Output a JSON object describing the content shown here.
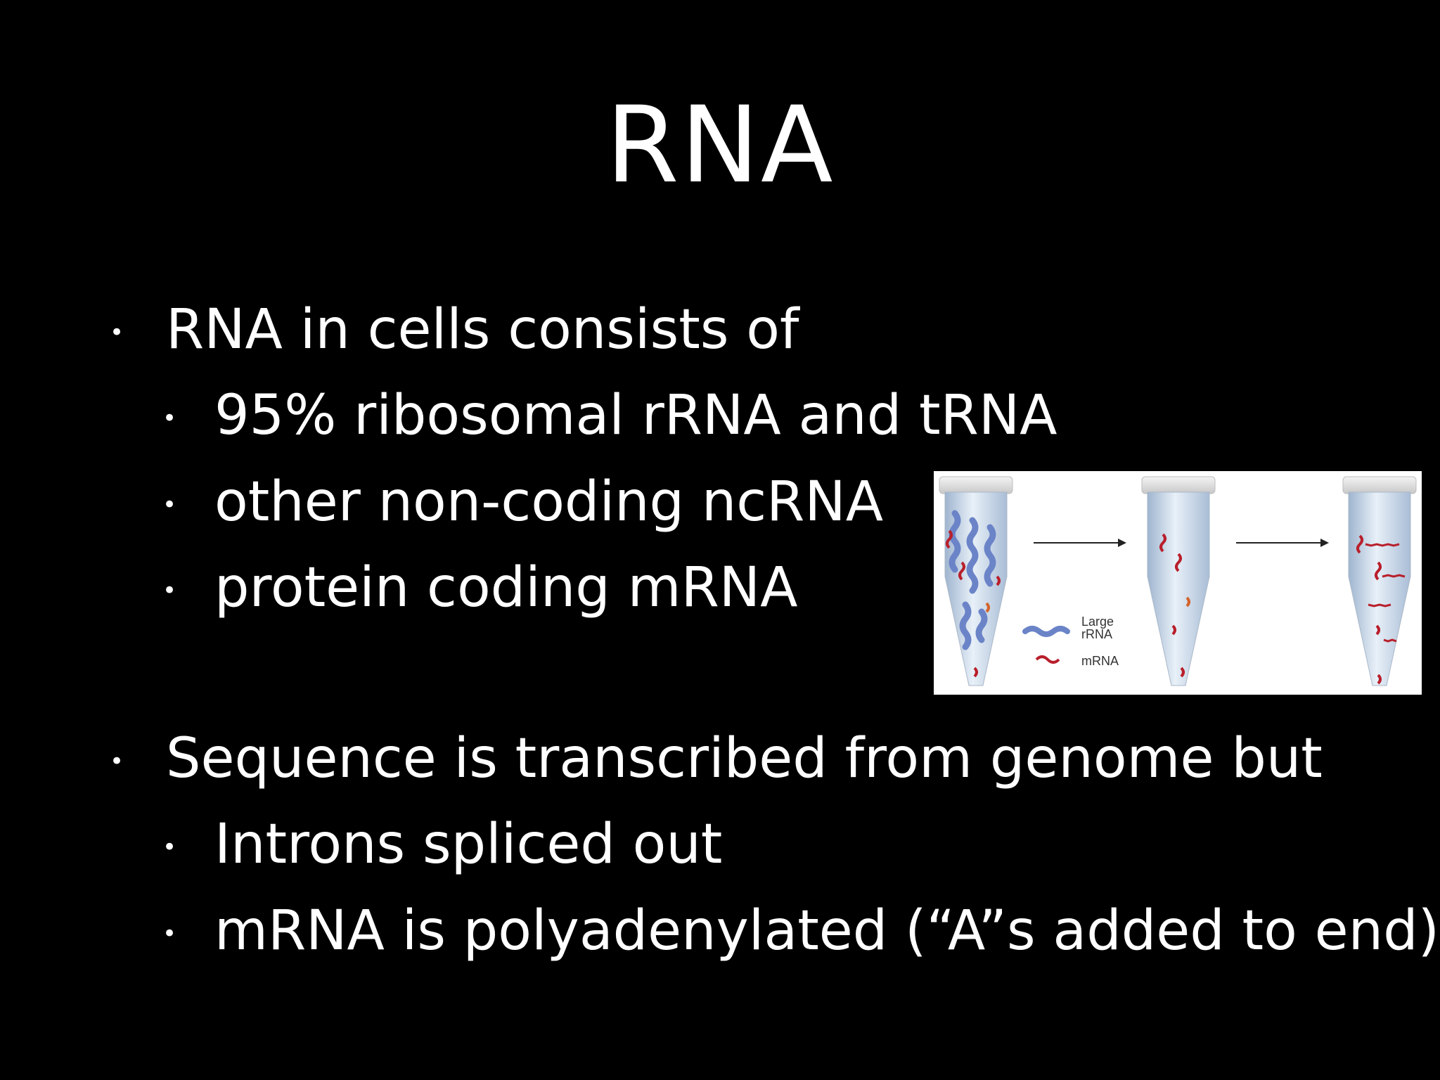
{
  "slide": {
    "title": "RNA",
    "bullets": [
      {
        "text": "RNA in cells consists of",
        "sub": [
          "95% ribosomal rRNA and tRNA",
          "other non-coding ncRNA",
          "protein coding mRNA"
        ]
      },
      {
        "text": "Sequence is transcribed from genome but",
        "sub": [
          "Introns spliced out",
          "mRNA is polyadenylated (“A”s added to end)"
        ]
      }
    ],
    "bullet_glyph": "•"
  },
  "figure": {
    "legend": {
      "rrna_label_line1": "Large",
      "rrna_label_line2": "rRNA",
      "mrna_label": "mRNA"
    },
    "colors": {
      "tube": "#b9cbe0",
      "rrna": "#6b84c8",
      "mrna": "#b81f2b",
      "arrow": "#222222"
    }
  }
}
